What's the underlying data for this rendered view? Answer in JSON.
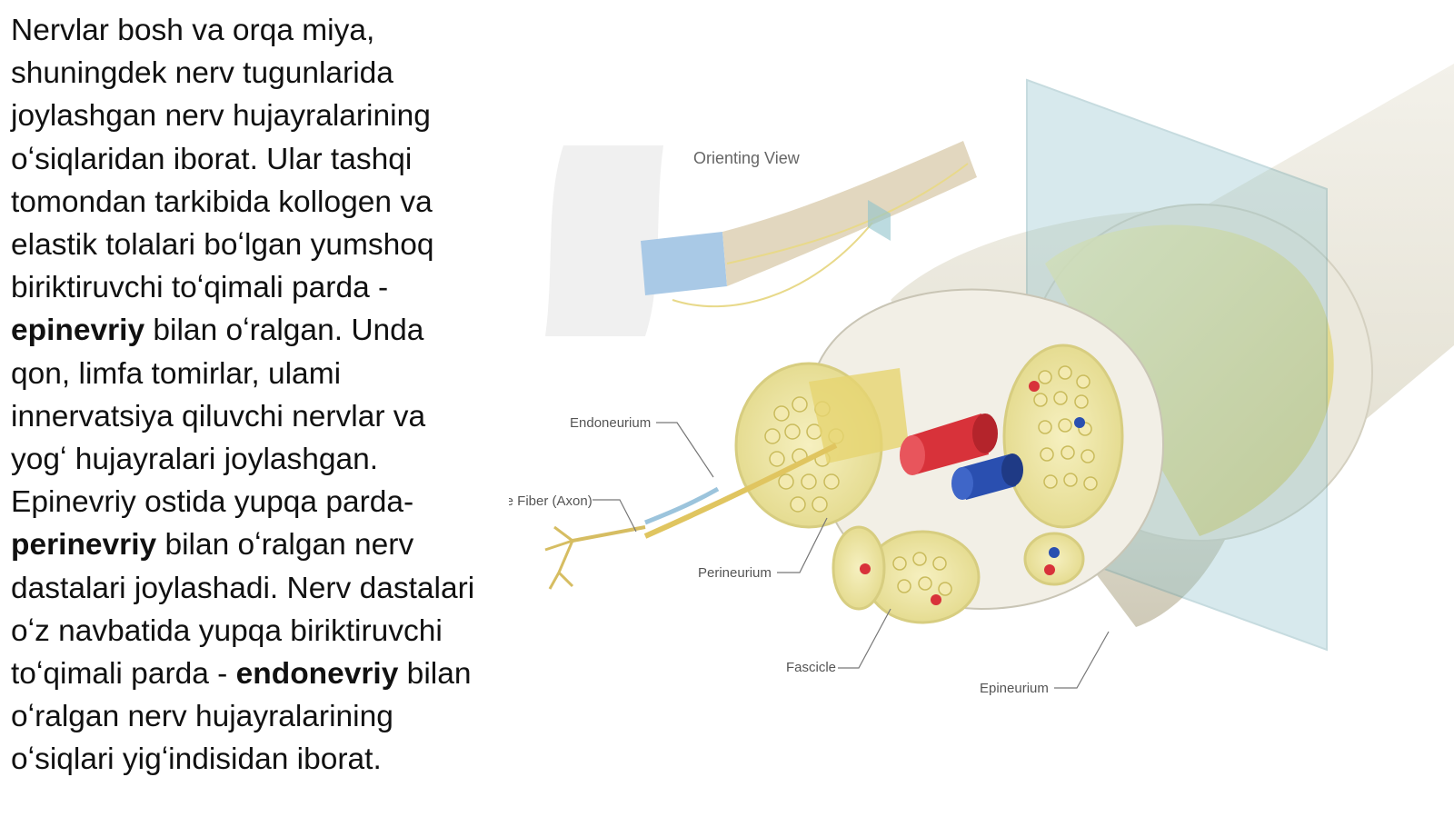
{
  "paragraph": {
    "lines": [
      {
        "pre": "Nervlar bosh va orqa miya,",
        "bold": "",
        "post": ""
      },
      {
        "pre": "shuningdek nerv tugunlarida",
        "bold": "",
        "post": ""
      },
      {
        "pre": "joylashgan nerv hujayralarining",
        "bold": "",
        "post": ""
      },
      {
        "pre": "oʻsiqlaridan iborat. Ular tashqi",
        "bold": "",
        "post": ""
      },
      {
        "pre": "tomondan tarkibida kollogen va",
        "bold": "",
        "post": ""
      },
      {
        "pre": "elastik tolalari boʻlgan yumshoq",
        "bold": "",
        "post": ""
      },
      {
        "pre": "biriktiruvchi toʻqimali parda -",
        "bold": "",
        "post": ""
      },
      {
        "pre": "",
        "bold": "epinevriy",
        "post": " bilan oʻralgan. Unda"
      },
      {
        "pre": "qon, limfa tomirlar, ulami",
        "bold": "",
        "post": ""
      },
      {
        "pre": "innervatsiya qiluvchi nervlar va",
        "bold": "",
        "post": ""
      },
      {
        "pre": "yogʻ hujayralari joylashgan.",
        "bold": "",
        "post": ""
      },
      {
        "pre": "Epinevriy ostida yupqa parda-",
        "bold": "",
        "post": ""
      },
      {
        "pre": "",
        "bold": "perinevriy",
        "post": " bilan oʻralgan nerv"
      },
      {
        "pre": "dastalari joylashadi. Nerv dastalari",
        "bold": "",
        "post": ""
      },
      {
        "pre": "oʻz navbatida yupqa biriktiruvchi",
        "bold": "",
        "post": ""
      },
      {
        "pre": "toʻqimali parda - ",
        "bold": "endonevriy",
        "post": " bilan"
      },
      {
        "pre": "oʻralgan nerv hujayralarining",
        "bold": "",
        "post": ""
      },
      {
        "pre": "oʻsiqlari yigʻindisidan iborat.",
        "bold": "",
        "post": ""
      }
    ]
  },
  "figure": {
    "orienting_view": "Orienting View",
    "labels": {
      "endoneurium": "Endoneurium",
      "nerve_fiber": "Nerve Fiber (Axon)",
      "perineurium": "Perineurium",
      "fascicle": "Fascicle",
      "epineurium": "Epineurium"
    },
    "colors": {
      "epineurium": "#ece9df",
      "fascicle": "#e8dd90",
      "artery": "#d8323a",
      "vein": "#2a4fb0",
      "plane": "#8fc3cc"
    }
  }
}
